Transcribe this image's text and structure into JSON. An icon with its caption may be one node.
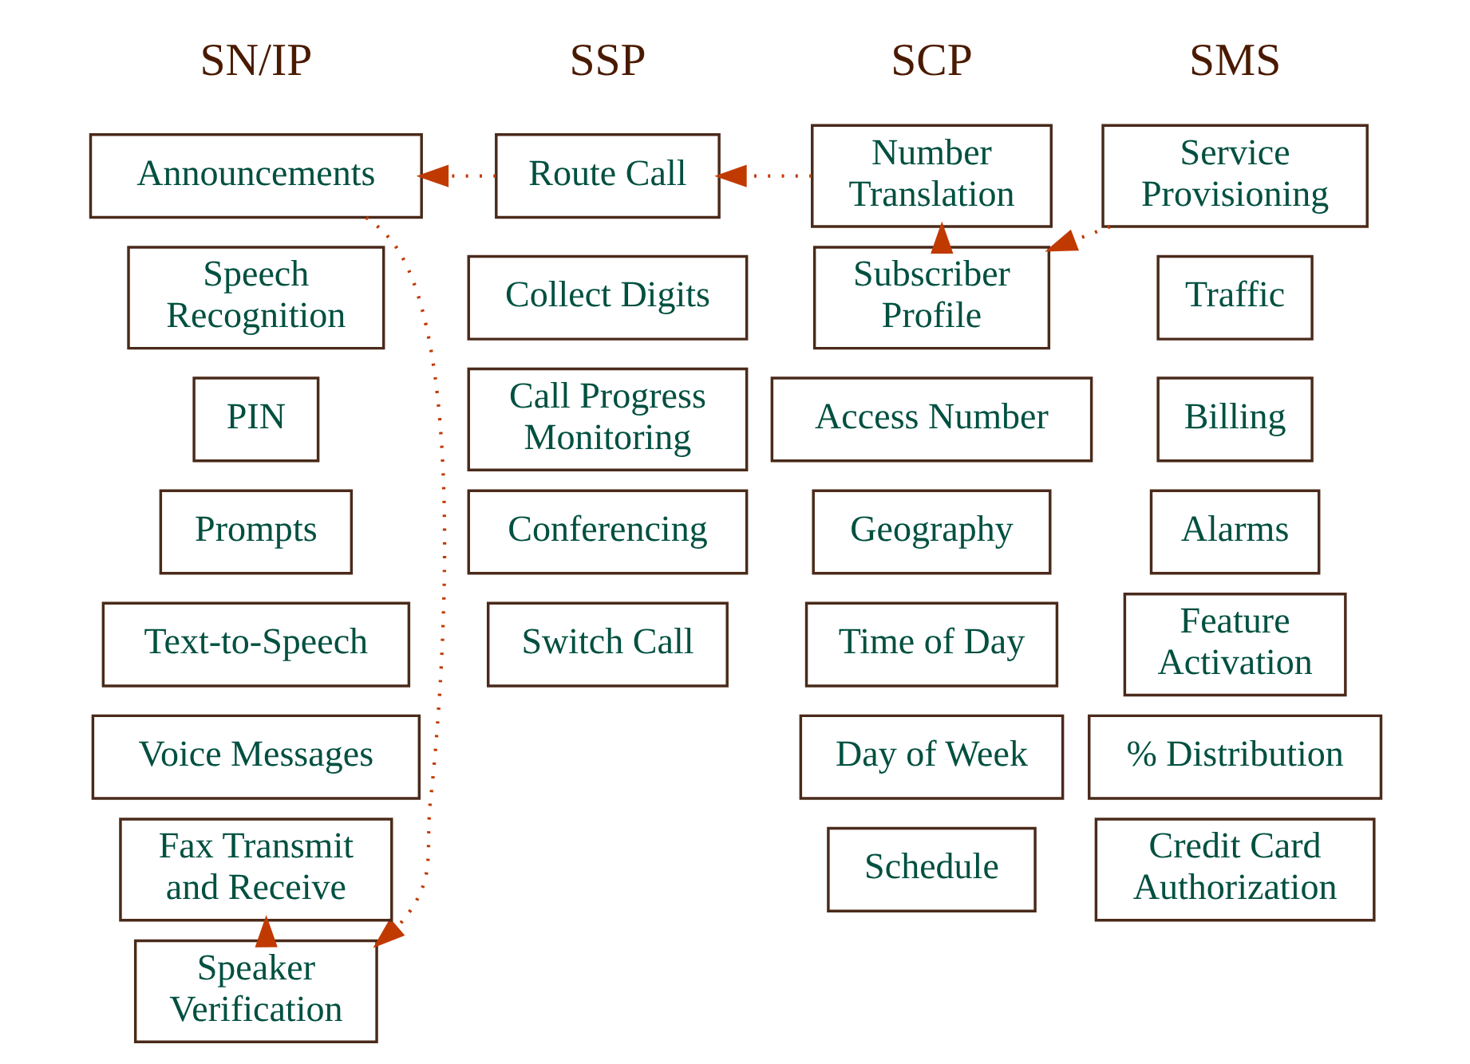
{
  "diagram": {
    "nodes": [
      {
        "text": [
          "Announcements"
        ]
      },
      {
        "text": [
          "Speech Recognition"
        ]
      },
      {
        "text": [
          "PIN"
        ]
      },
      {
        "text": [
          "Prompts"
        ]
      },
      {
        "text": [
          "Text-to-Speech"
        ]
      },
      {
        "text": [
          "Voice Messages"
        ]
      },
      {
        "text": [
          "Fax Transmit and Receive"
        ]
      },
      {
        "text": [
          "Speaker Verification"
        ]
      },
      {
        "text": [
          "Route Call"
        ]
      },
      {
        "text": [
          "Collect Digits"
        ]
      },
      {
        "text": [
          "Call Progress Monitoring"
        ]
      },
      {
        "text": [
          "Conferencing"
        ]
      },
      {
        "text": [
          "Switch Call"
        ]
      },
      {
        "text": [
          "Number Translation"
        ]
      },
      {
        "text": [
          "Subscriber Profile"
        ]
      },
      {
        "text": [
          "Access Number"
        ]
      },
      {
        "text": [
          "Geography"
        ]
      },
      {
        "text": [
          "Time of Day"
        ]
      },
      {
        "text": [
          "Day of Week"
        ]
      },
      {
        "text": [
          "Schedule"
        ]
      },
      {
        "text": [
          "Service Provisioning"
        ]
      },
      {
        "text": [
          "Traffic"
        ]
      },
      {
        "text": [
          "Billing"
        ]
      },
      {
        "text": [
          "Alarms"
        ]
      },
      {
        "text": [
          "Feature Activation"
        ]
      },
      {
        "text": [
          "% Distribution"
        ]
      },
      {
        "text": [
          "Credit Card Authorization"
        ]
      }
    ],
    "edges": [
      {
        "from": 8,
        "to": 0,
        "arrow": "to"
      },
      {
        "from": 13,
        "to": 8,
        "arrow": "to"
      },
      {
        "from": 14,
        "to": 13,
        "arrow": "to"
      },
      {
        "from": 20,
        "to": 14,
        "arrow": "to"
      },
      {
        "from": 0,
        "to": 7,
        "arrow": "to"
      },
      {
        "from": 7,
        "to": 6,
        "arrow": "to"
      }
    ],
    "labels": [
      "SN/IP",
      "SSP",
      "SCP",
      "SMS"
    ]
  }
}
